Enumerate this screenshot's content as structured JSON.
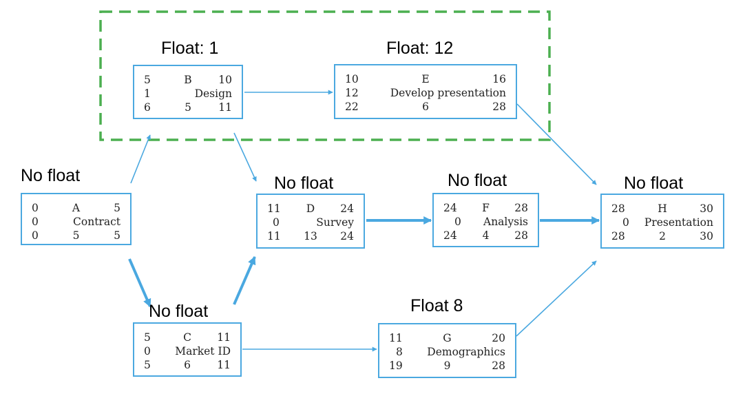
{
  "nodes": {
    "A": {
      "es": "0",
      "letter": "A",
      "ef": "5",
      "float": "0",
      "name": "Contract",
      "ls": "0",
      "dur": "5",
      "lf": "5",
      "float_label": "No float"
    },
    "B": {
      "es": "5",
      "letter": "B",
      "ef": "10",
      "float": "1",
      "name": "Design",
      "ls": "6",
      "dur": "5",
      "lf": "11",
      "float_label": "Float: 1"
    },
    "C": {
      "es": "5",
      "letter": "C",
      "ef": "11",
      "float": "0",
      "name": "Market ID",
      "ls": "5",
      "dur": "6",
      "lf": "11",
      "float_label": "No float"
    },
    "D": {
      "es": "11",
      "letter": "D",
      "ef": "24",
      "float": "0",
      "name": "Survey",
      "ls": "11",
      "dur": "13",
      "lf": "24",
      "float_label": "No float"
    },
    "E": {
      "es": "10",
      "letter": "E",
      "ef": "16",
      "float": "12",
      "name": "Develop presentation",
      "ls": "22",
      "dur": "6",
      "lf": "28",
      "float_label": "Float: 12"
    },
    "F": {
      "es": "24",
      "letter": "F",
      "ef": "28",
      "float": "0",
      "name": "Analysis",
      "ls": "24",
      "dur": "4",
      "lf": "28",
      "float_label": "No float"
    },
    "G": {
      "es": "11",
      "letter": "G",
      "ef": "20",
      "float": "8",
      "name": "Demographics",
      "ls": "19",
      "dur": "9",
      "lf": "28",
      "float_label": "Float 8"
    },
    "H": {
      "es": "28",
      "letter": "H",
      "ef": "30",
      "float": "0",
      "name": "Presentation",
      "ls": "28",
      "dur": "2",
      "lf": "30",
      "float_label": "No float"
    }
  },
  "edges": [
    {
      "from": "A",
      "to": "B",
      "critical": false
    },
    {
      "from": "A",
      "to": "C",
      "critical": true
    },
    {
      "from": "B",
      "to": "E",
      "critical": false
    },
    {
      "from": "B",
      "to": "D",
      "critical": false
    },
    {
      "from": "C",
      "to": "D",
      "critical": true
    },
    {
      "from": "C",
      "to": "G",
      "critical": false
    },
    {
      "from": "D",
      "to": "F",
      "critical": true
    },
    {
      "from": "F",
      "to": "H",
      "critical": true
    },
    {
      "from": "E",
      "to": "H",
      "critical": false
    },
    {
      "from": "G",
      "to": "H",
      "critical": false
    }
  ],
  "colors": {
    "node_border": "#4aa8e0",
    "edge": "#4aa8e0",
    "group_border": "#4caf50"
  }
}
